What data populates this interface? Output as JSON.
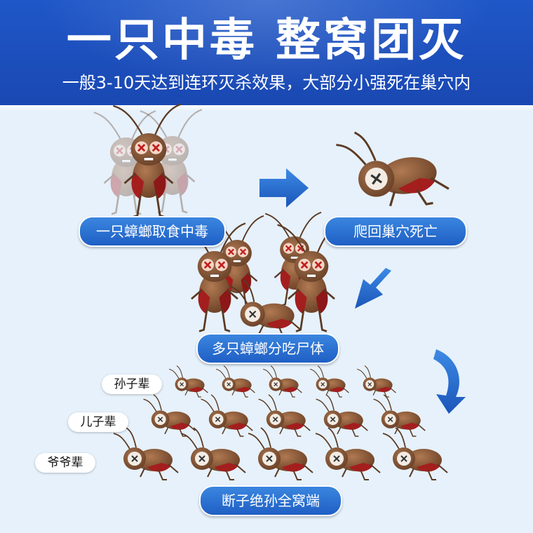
{
  "header": {
    "title": "一只中毒 整窝团灭",
    "subtitle": "一般3-10天达到连环灭杀效果，大部分小强死在巢穴内"
  },
  "steps": {
    "step1": "一只蟑螂取食中毒",
    "step2": "爬回巢穴死亡",
    "step3": "多只蟑螂分吃尸体",
    "step4": "断子绝孙全窝端"
  },
  "generations": {
    "grandchildren": "孙子辈",
    "children": "儿子辈",
    "grandparents": "爷爷辈"
  },
  "colors": {
    "header_blue": "#1f57c8",
    "pill_blue": "#2a6fd3",
    "arrow_blue": "#1f63c8",
    "roach_brown": "#8a5a3a",
    "roach_red": "#a41e1e",
    "background": "#e6f1fb"
  }
}
